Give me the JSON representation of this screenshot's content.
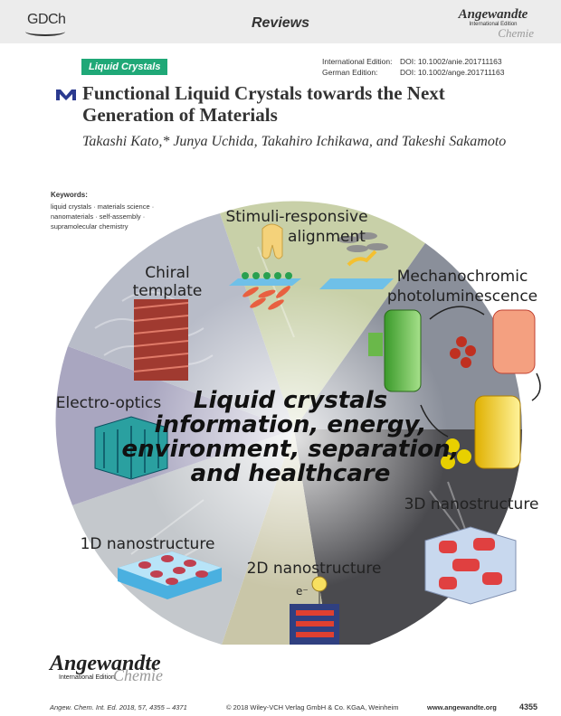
{
  "header": {
    "publisher": "GDCh",
    "section": "Reviews",
    "journal": "Angewandte",
    "journal_edition": "International Edition",
    "journal_sub": "Chemie"
  },
  "tag": "Liquid Crystals",
  "doi": {
    "intl_label": "International Edition:",
    "intl_value": "DOI: 10.1002/anie.201711163",
    "german_label": "German Edition:",
    "german_value": "DOI: 10.1002/ange.201711163"
  },
  "title_line1": "Functional Liquid Crystals towards the Next",
  "title_line2": "Generation of Materials",
  "authors": "Takashi Kato,* Junya Uchida, Takahiro Ichikawa, and Takeshi Sakamoto",
  "keywords_heading": "Keywords:",
  "keywords": [
    "liquid crystals · materials science ·",
    "nanomaterials · self-assembly ·",
    "supramolecular chemistry"
  ],
  "figure": {
    "segments": {
      "stimuli1": "Stimuli-responsive",
      "stimuli2": "alignment",
      "chiral1": "Chiral",
      "chiral2": "template",
      "mech1": "Mechanochromic",
      "mech2": "photoluminescence",
      "electro": "Electro-optics",
      "nano1d": "1D nanostructure",
      "nano2d": "2D nanostructure",
      "nano3d": "3D nanostructure",
      "electron": "e⁻"
    },
    "center": [
      "Liquid crystals",
      "information, energy,",
      "environment, separation,",
      "and healthcare"
    ]
  },
  "footer": {
    "logo_main": "Angewandte",
    "logo_edition": "International Edition",
    "logo_sub": "Chemie",
    "citation": "Angew. Chem. Int. Ed. 2018, 57, 4355 – 4371",
    "copyright": "© 2018 Wiley-VCH Verlag GmbH & Co. KGaA, Weinheim",
    "url": "www.angewandte.org",
    "page": "4355"
  }
}
